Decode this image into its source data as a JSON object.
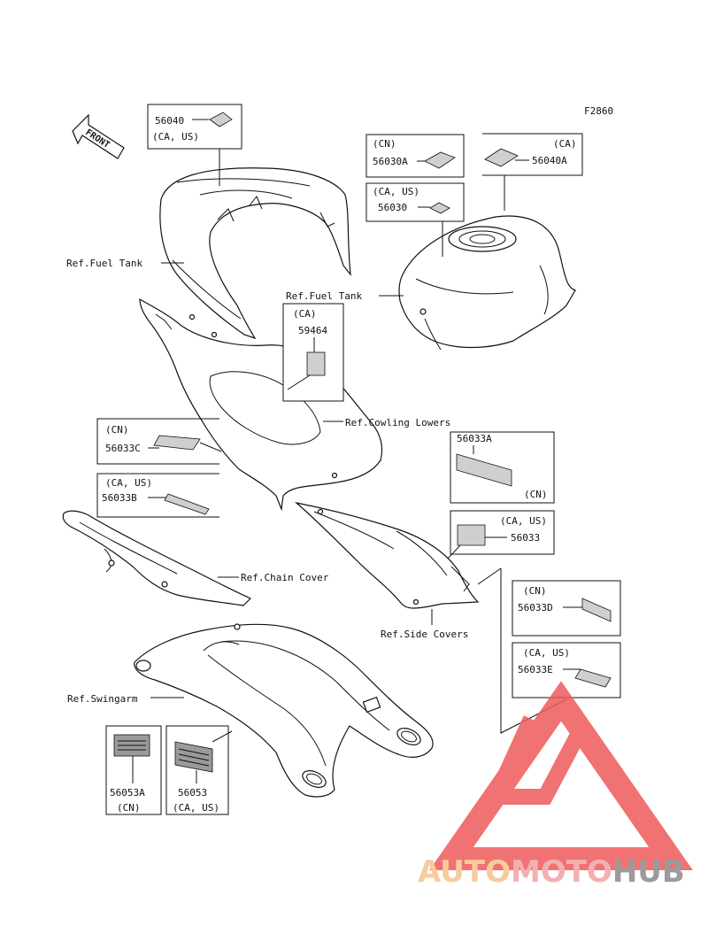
{
  "figure_code": "F2860",
  "front_arrow": "FRONT",
  "labels": {
    "p56040": "56040",
    "p56040_region": "(CA, US)",
    "p56030a_region": "(CN)",
    "p56030a": "56030A",
    "p56040a_region": "(CA)",
    "p56040a": "56040A",
    "p56030_region": "(CA, US)",
    "p56030": "56030",
    "ref_fuel_tank_left": "Ref.Fuel Tank",
    "ref_fuel_tank_right": "Ref.Fuel Tank",
    "p59464_region": "(CA)",
    "p59464": "59464",
    "ref_cowling_lowers": "Ref.Cowling Lowers",
    "p56033c_region": "(CN)",
    "p56033c": "56033C",
    "p56033a": "56033A",
    "p56033a_region": "(CN)",
    "p56033b_region": "(CA, US)",
    "p56033b": "56033B",
    "p56033_region": "(CA, US)",
    "p56033": "56033",
    "ref_chain_cover": "Ref.Chain Cover",
    "p56033d_region": "(CN)",
    "p56033d": "56033D",
    "ref_side_covers": "Ref.Side Covers",
    "p56033e_region": "(CA, US)",
    "p56033e": "56033E",
    "ref_swingarm": "Ref.Swingarm",
    "p56053a": "56053A",
    "p56053a_region": "(CN)",
    "p56053": "56053",
    "p56053_region": "(CA, US)"
  },
  "watermark": {
    "part1": "AUTO",
    "part2": "MOTO",
    "part3": "HUB",
    "color1": "#f7c28c",
    "color2": "#f2a3a3",
    "color3": "#8a8a8a",
    "triangle_color": "#ee5a5a"
  }
}
